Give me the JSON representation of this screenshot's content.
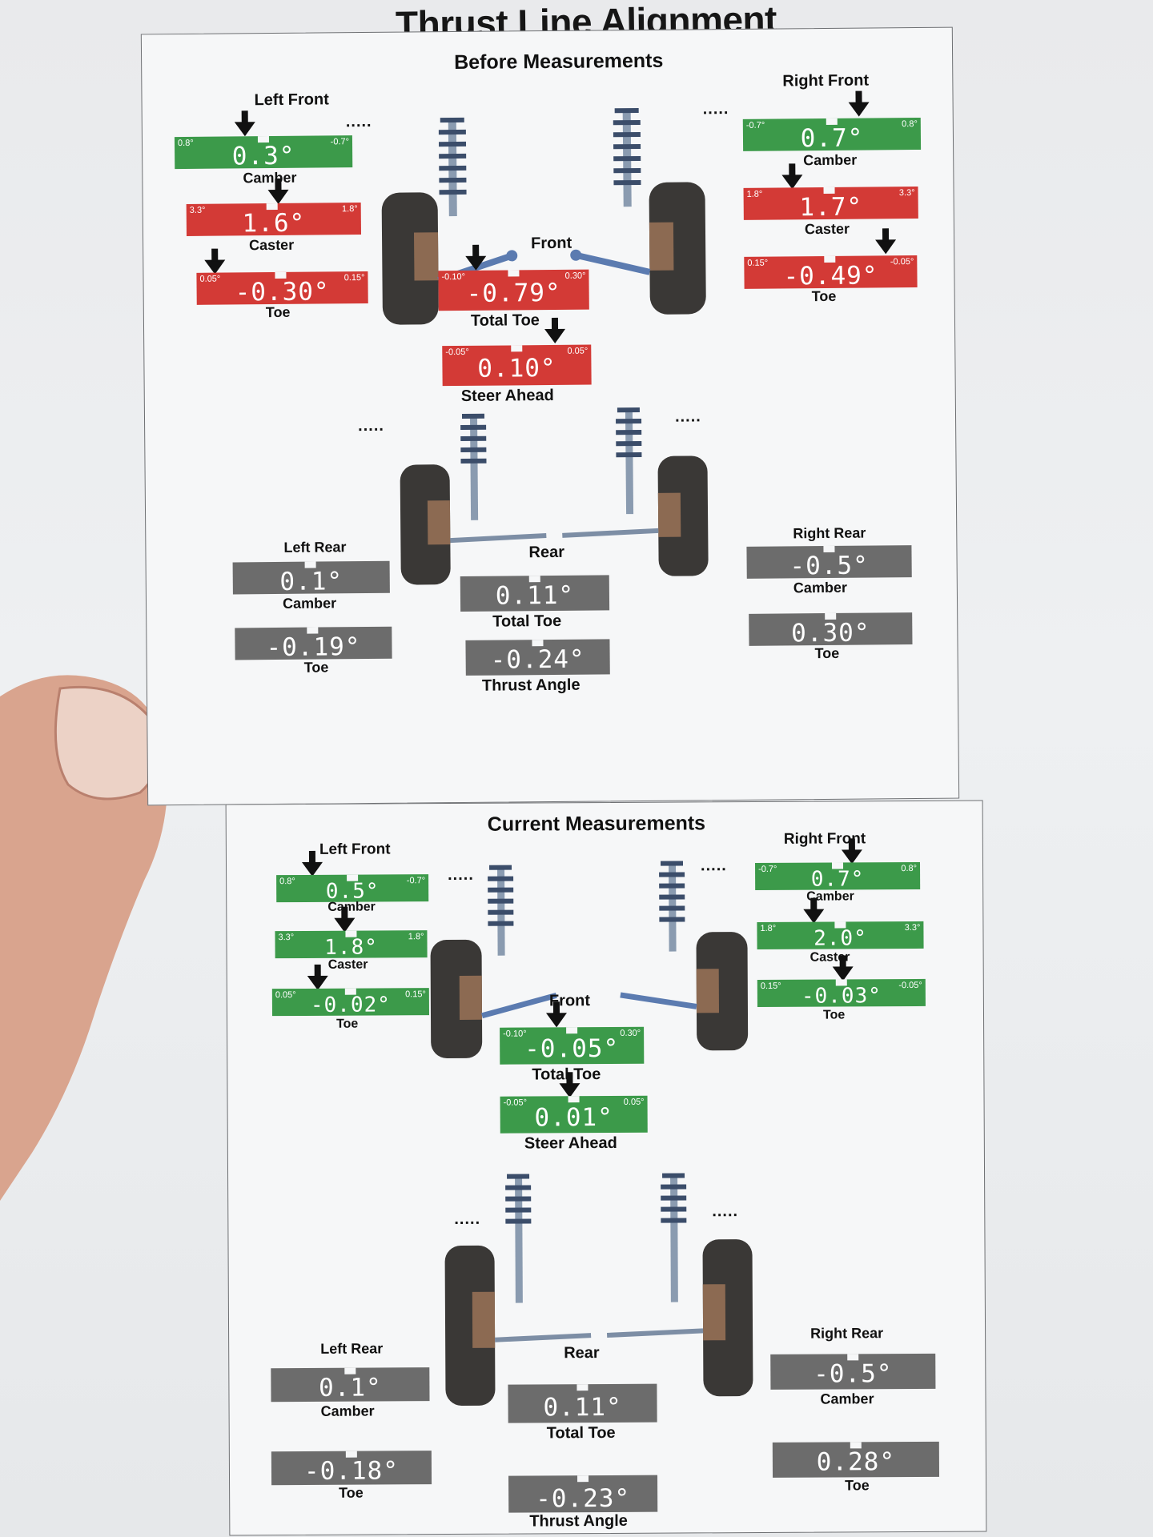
{
  "page_title": "Thrust Line Alignment",
  "before": {
    "title": "Before Measurements",
    "left_front": {
      "label": "Left Front",
      "camber": {
        "value": "0.3°",
        "min": "0.8°",
        "max": "-0.7°",
        "label": "Camber",
        "status": "green"
      },
      "caster": {
        "value": "1.6°",
        "min": "3.3°",
        "max": "1.8°",
        "label": "Caster",
        "status": "red"
      },
      "toe": {
        "value": "-0.30°",
        "min": "0.05°",
        "max": "0.15°",
        "label": "Toe",
        "status": "red"
      }
    },
    "right_front": {
      "label": "Right Front",
      "camber": {
        "value": "0.7°",
        "min": "-0.7°",
        "max": "0.8°",
        "label": "Camber",
        "status": "green"
      },
      "caster": {
        "value": "1.7°",
        "min": "1.8°",
        "max": "3.3°",
        "label": "Caster",
        "status": "red"
      },
      "toe": {
        "value": "-0.49°",
        "min": "0.15°",
        "max": "-0.05°",
        "label": "Toe",
        "status": "red"
      }
    },
    "front_label": "Front",
    "total_toe": {
      "value": "-0.79°",
      "min": "-0.10°",
      "max": "0.30°",
      "label": "Total Toe",
      "status": "red"
    },
    "steer_ahead": {
      "value": "0.10°",
      "min": "-0.05°",
      "max": "0.05°",
      "label": "Steer Ahead",
      "status": "red"
    },
    "left_rear": {
      "label": "Left Rear",
      "camber": {
        "value": "0.1°",
        "label": "Camber",
        "status": "gray"
      },
      "toe": {
        "value": "-0.19°",
        "label": "Toe",
        "status": "gray"
      }
    },
    "right_rear": {
      "label": "Right Rear",
      "camber": {
        "value": "-0.5°",
        "label": "Camber",
        "status": "gray"
      },
      "toe": {
        "value": "0.30°",
        "label": "Toe",
        "status": "gray"
      }
    },
    "rear_label": "Rear",
    "rear_total_toe": {
      "value": "0.11°",
      "label": "Total Toe",
      "status": "gray"
    },
    "thrust_angle": {
      "value": "-0.24°",
      "label": "Thrust Angle",
      "status": "gray"
    }
  },
  "current": {
    "title": "Current Measurements",
    "left_front": {
      "label": "Left Front",
      "camber": {
        "value": "0.5°",
        "min": "0.8°",
        "max": "-0.7°",
        "label": "Camber",
        "status": "green"
      },
      "caster": {
        "value": "1.8°",
        "min": "3.3°",
        "max": "1.8°",
        "label": "Caster",
        "status": "green"
      },
      "toe": {
        "value": "-0.02°",
        "min": "0.05°",
        "max": "0.15°",
        "label": "Toe",
        "status": "green"
      }
    },
    "right_front": {
      "label": "Right Front",
      "camber": {
        "value": "0.7°",
        "min": "-0.7°",
        "max": "0.8°",
        "label": "Camber",
        "status": "green"
      },
      "caster": {
        "value": "2.0°",
        "min": "1.8°",
        "max": "3.3°",
        "label": "Caster",
        "status": "green"
      },
      "toe": {
        "value": "-0.03°",
        "min": "0.15°",
        "max": "-0.05°",
        "label": "Toe",
        "status": "green"
      }
    },
    "front_label": "Front",
    "total_toe": {
      "value": "-0.05°",
      "min": "-0.10°",
      "max": "0.30°",
      "label": "Total Toe",
      "status": "green"
    },
    "steer_ahead": {
      "value": "0.01°",
      "min": "-0.05°",
      "max": "0.05°",
      "label": "Steer Ahead",
      "status": "green"
    },
    "left_rear": {
      "label": "Left Rear",
      "camber": {
        "value": "0.1°",
        "label": "Camber",
        "status": "gray"
      },
      "toe": {
        "value": "-0.18°",
        "label": "Toe",
        "status": "gray"
      }
    },
    "right_rear": {
      "label": "Right Rear",
      "camber": {
        "value": "-0.5°",
        "label": "Camber",
        "status": "gray"
      },
      "toe": {
        "value": "0.28°",
        "label": "Toe",
        "status": "gray"
      }
    },
    "rear_label": "Rear",
    "rear_total_toe": {
      "value": "0.11°",
      "label": "Total Toe",
      "status": "gray"
    },
    "thrust_angle": {
      "value": "-0.23°",
      "label": "Thrust Angle",
      "status": "gray"
    }
  },
  "colors": {
    "in_spec": "#3c9a4a",
    "out_of_spec": "#d33a36",
    "no_spec": "#6c6c6c"
  }
}
